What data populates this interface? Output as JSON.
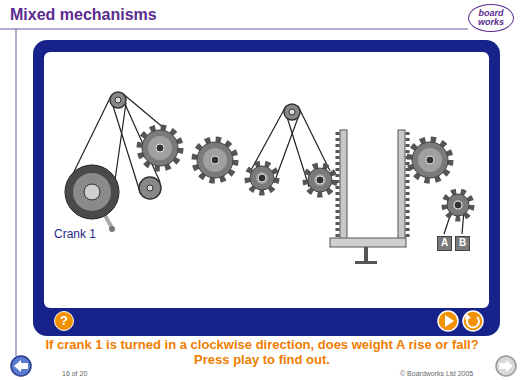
{
  "diagram": {
    "title": "Mixed mechanisms",
    "caption": "If crank 1 is turned in a clockwise direction, does weight A rise or fall? Press play to find out.",
    "nodes": [
      {
        "text": [
          "board works"
        ]
      },
      {
        "text": [
          "?"
        ]
      },
      {
        "text": [
          "A"
        ]
      },
      {
        "text": [
          "B"
        ]
      }
    ],
    "labels": [
      "Crank 1",
      "16 of 20",
      "© Boardworks Ltd 2005"
    ]
  }
}
